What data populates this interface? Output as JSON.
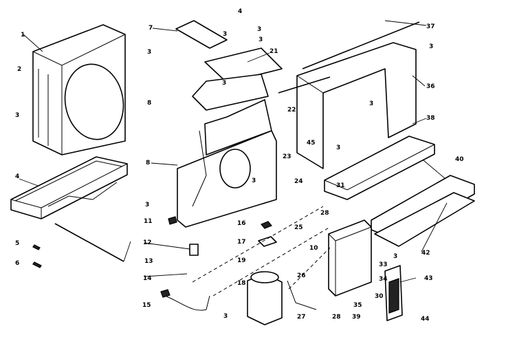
{
  "diagram": {
    "top_marker": "4",
    "labels": {
      "l1": "1",
      "l2": "2",
      "l3a": "3",
      "l4": "4",
      "l5": "5",
      "l6": "6",
      "l7": "7",
      "l3b": "3",
      "l3c": "3",
      "l3d": "3",
      "l21": "21",
      "l3e": "3",
      "l37": "37",
      "l3f": "3",
      "l36": "36",
      "l3g": "3",
      "l22": "22",
      "l8a": "8",
      "l8b": "8",
      "l3h": "3",
      "l38": "38",
      "l45": "45",
      "l3i": "3",
      "l23": "23",
      "l24": "24",
      "l31": "31",
      "l40": "40",
      "l3j": "3",
      "l11": "11",
      "l25": "25",
      "l28a": "28",
      "l16": "16",
      "l17": "17",
      "l10": "10",
      "l12": "12",
      "l13": "13",
      "l42": "42",
      "l3k": "3",
      "l33": "33",
      "l26": "26",
      "l19": "19",
      "l34": "34",
      "l43": "43",
      "l14": "14",
      "l18": "18",
      "l30": "30",
      "l15": "15",
      "l35": "35",
      "l28b": "28",
      "l27": "27",
      "l3l": "3",
      "l39": "39",
      "l44": "44",
      "l3m": "3"
    }
  }
}
